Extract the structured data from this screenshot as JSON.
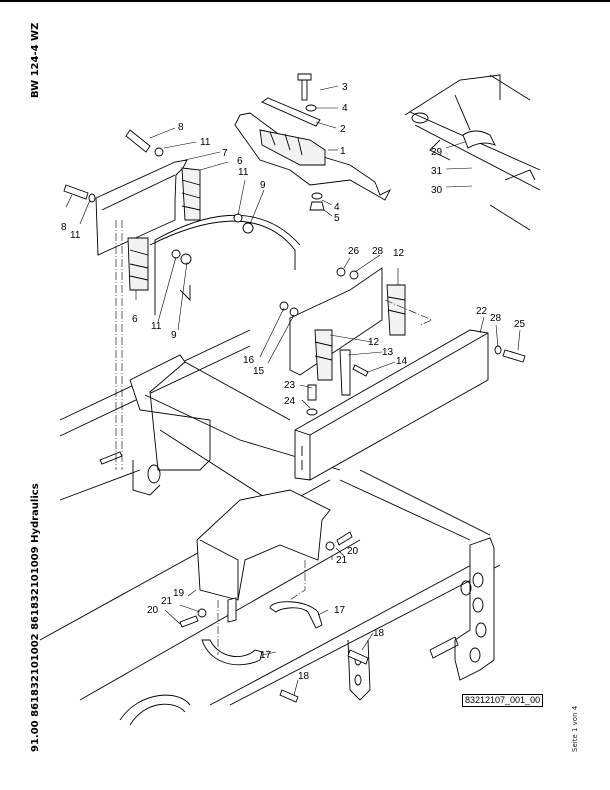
{
  "document": {
    "model": "BW 124-4 WZ",
    "title": "91.00 861832101002 861832101009 Hydraulics",
    "page_label": "Seite 1 von 4",
    "drawing_number": "83212107_001_00"
  },
  "callouts": [
    {
      "id": "c1",
      "label": "1"
    },
    {
      "id": "c2",
      "label": "2"
    },
    {
      "id": "c3",
      "label": "3"
    },
    {
      "id": "c4a",
      "label": "4"
    },
    {
      "id": "c4b",
      "label": "4"
    },
    {
      "id": "c5",
      "label": "5"
    },
    {
      "id": "c6a",
      "label": "6"
    },
    {
      "id": "c6b",
      "label": "6"
    },
    {
      "id": "c7",
      "label": "7"
    },
    {
      "id": "c8a",
      "label": "8"
    },
    {
      "id": "c8b",
      "label": "8"
    },
    {
      "id": "c9a",
      "label": "9"
    },
    {
      "id": "c9b",
      "label": "9"
    },
    {
      "id": "c11a",
      "label": "11"
    },
    {
      "id": "c11b",
      "label": "11"
    },
    {
      "id": "c11c",
      "label": "11"
    },
    {
      "id": "c11d",
      "label": "11"
    },
    {
      "id": "c12a",
      "label": "12"
    },
    {
      "id": "c12b",
      "label": "12"
    },
    {
      "id": "c13",
      "label": "13"
    },
    {
      "id": "c14",
      "label": "14"
    },
    {
      "id": "c15",
      "label": "15"
    },
    {
      "id": "c16",
      "label": "16"
    },
    {
      "id": "c17a",
      "label": "17"
    },
    {
      "id": "c17b",
      "label": "17"
    },
    {
      "id": "c18a",
      "label": "18"
    },
    {
      "id": "c18b",
      "label": "18"
    },
    {
      "id": "c19",
      "label": "19"
    },
    {
      "id": "c20a",
      "label": "20"
    },
    {
      "id": "c20b",
      "label": "20"
    },
    {
      "id": "c21a",
      "label": "21"
    },
    {
      "id": "c21b",
      "label": "21"
    },
    {
      "id": "c22",
      "label": "22"
    },
    {
      "id": "c23",
      "label": "23"
    },
    {
      "id": "c24",
      "label": "24"
    },
    {
      "id": "c25",
      "label": "25"
    },
    {
      "id": "c26",
      "label": "26"
    },
    {
      "id": "c28a",
      "label": "28"
    },
    {
      "id": "c28b",
      "label": "28"
    },
    {
      "id": "c29",
      "label": "29"
    },
    {
      "id": "c30",
      "label": "30"
    },
    {
      "id": "c31",
      "label": "31"
    }
  ]
}
